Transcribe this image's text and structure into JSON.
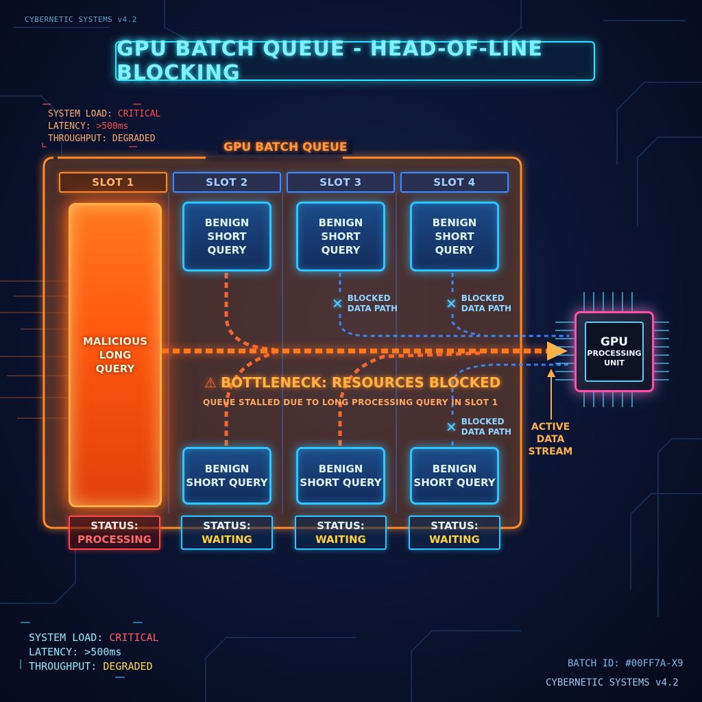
{
  "header": {
    "top_label": "CYBERNETIC SYSTEMS v4.2",
    "title": "GPU BATCH QUEUE - HEAD-OF-LINE BLOCKING"
  },
  "system_panel": {
    "load_label": "SYSTEM LOAD: ",
    "load_value": "CRITICAL",
    "latency_label": "LATENCY: ",
    "latency_value": ">500ms",
    "throughput_label": "THROUGHPUT: ",
    "throughput_value": "DEGRADED"
  },
  "queue": {
    "label": "GPU BATCH QUEUE",
    "slots": [
      {
        "tab": "SLOT 1",
        "status_label": "STATUS:",
        "status_value": "PROCESSING"
      },
      {
        "tab": "SLOT 2",
        "status_label": "STATUS:",
        "status_value": "WAITING"
      },
      {
        "tab": "SLOT 3",
        "status_label": "STATUS:",
        "status_value": "WAITING"
      },
      {
        "tab": "SLOT 4",
        "status_label": "STATUS:",
        "status_value": "WAITING"
      }
    ],
    "malicious_query": "MALICIOUS\nLONG\nQUERY",
    "top_query": "BENIGN\nSHORT\nQUERY",
    "bottom_query": "BENIGN\nSHORT QUERY",
    "blocked_label": "BLOCKED\nDATA PATH"
  },
  "bottleneck": {
    "icon": "warning-icon",
    "title": "BOTTLENECK: RESOURCES BLOCKED",
    "note": "QUEUE STALLED DUE TO LONG PROCESSING QUERY IN SLOT 1"
  },
  "gpu": {
    "title": "GPU",
    "subtitle": "PROCESSING\nUNIT",
    "stream_label": "ACTIVE\nDATA\nSTREAM"
  },
  "footer": {
    "batch_id": "BATCH ID: #00FF7A-X9",
    "brand": "CYBERNETIC SYSTEMS v4.2"
  },
  "colors": {
    "cyan": "#36e3ff",
    "orange": "#ff8c2a",
    "blue": "#3d8bff",
    "critical": "#ff4d4d",
    "waiting": "#ffd23a",
    "gpu_border": "#ff4fa8"
  }
}
